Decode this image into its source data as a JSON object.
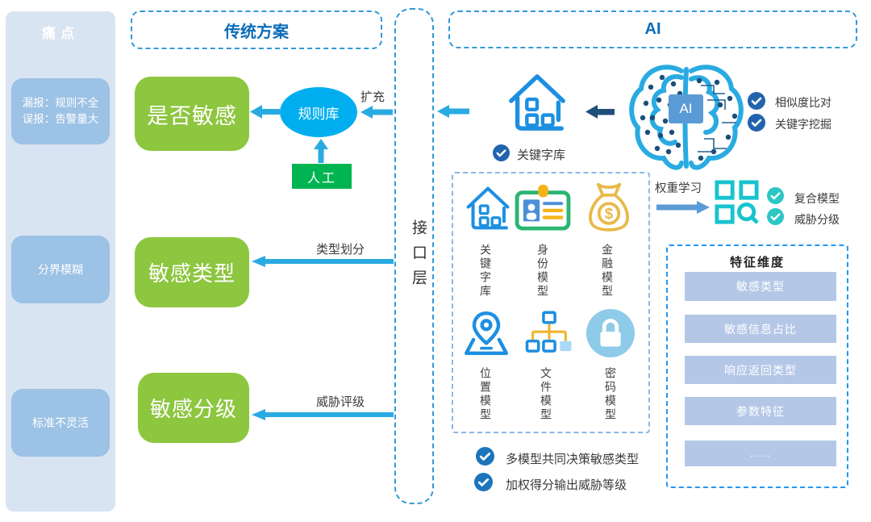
{
  "colors": {
    "accent_blue": "#0d6cb8",
    "dash_border": "#2e9bd8",
    "cyan_arrow": "#29abe2",
    "green_box": "#8dc63f",
    "emerald_box": "#00b551",
    "ellipse_blue": "#00aeef",
    "panel_bg": "#d9e4f2",
    "panel_box": "#9cc2e5",
    "navy_check": "#2263ad",
    "blue_check": "#1c75bc",
    "teal_check": "#2bc7c4",
    "steel_arrow": "#5b9bd5",
    "dark_arrow": "#1f4e79",
    "feature_bar": "#b4c7e7"
  },
  "pain": {
    "title": "痛点",
    "box1_line1": "漏报：规则不全",
    "box1_line2": "误报：告警量大",
    "box2": "分界模糊",
    "box3": "标准不灵活"
  },
  "traditional": {
    "title": "传统方案",
    "box_sensitive": "是否敏感",
    "box_type": "敏感类型",
    "box_grade": "敏感分级",
    "rule_db": "规则库",
    "manual": "人工",
    "label_expand": "扩充",
    "label_type_divide": "类型划分",
    "label_threat_rate": "威胁评级"
  },
  "interface": {
    "label": "接口层"
  },
  "ai": {
    "title": "AI",
    "badge": "AI",
    "keyword_lib": "关键字库",
    "check_similarity": "相似度比对",
    "check_mining": "关键字挖掘",
    "weight_learning": "权重学习",
    "check_composite": "复合模型",
    "check_threat": "威胁分级",
    "models": [
      {
        "icon": "house-icon",
        "label": "关键字库"
      },
      {
        "icon": "id-card-icon",
        "label": "身份模型"
      },
      {
        "icon": "money-bag-icon",
        "label": "金融模型"
      },
      {
        "icon": "location-pin-icon",
        "label": "位置模型"
      },
      {
        "icon": "file-tree-icon",
        "label": "文件模型"
      },
      {
        "icon": "lock-icon",
        "label": "密码模型"
      }
    ],
    "features": {
      "title": "特征维度",
      "items": [
        "敏感类型",
        "敏感信息占比",
        "响应返回类型",
        "参数特征",
        "......"
      ]
    },
    "check_multi_model": "多模型共同决策敏感类型",
    "check_weighted": "加权得分输出威胁等级"
  }
}
